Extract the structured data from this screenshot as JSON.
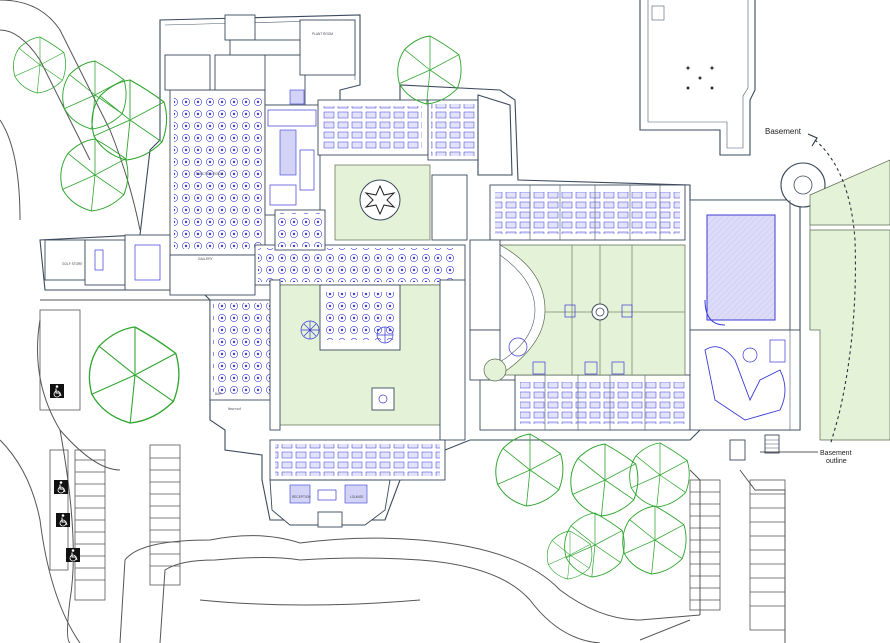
{
  "annotations": {
    "basement": "Basement",
    "basement_outline_line1": "Basement",
    "basement_outline_line2": "outline"
  },
  "icons": {
    "accessible_parking": "wheelchair-icon"
  },
  "colors": {
    "walls": "#3a4a5c",
    "furniture": "#3b3bd6",
    "trees": "#2fa62f",
    "courtyard_grass": "#e4f2d8",
    "pool_water": "#d9d9f7"
  }
}
